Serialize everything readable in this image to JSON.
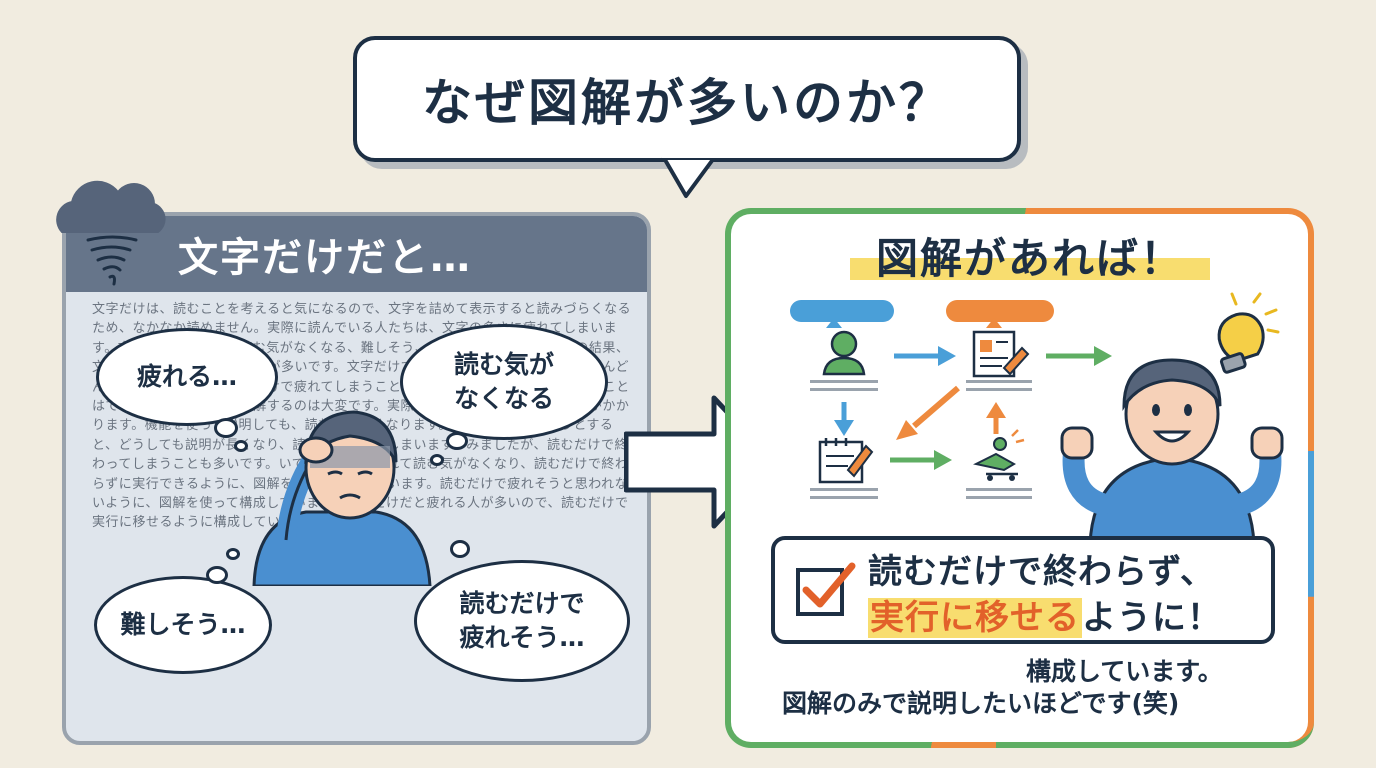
{
  "title": "なぜ図解が多いのか？",
  "left": {
    "heading": "文字だけだと…",
    "filler_text": "文字だけは、読むことを考えると気になるので、文字を詰めて表示すると読みづらくなるため、なかなか読めません。実際に読んでいる人たちは、文字の多さに疲れてしまいます。文字だけの説明だと読む気がなくなる、難しそう、疲れそうと感じます。その結果、文字だけだと読まれないことが多いです。文字だけで説明しようとすると、文章がどんどん長くなってしまい、読むだけで疲れてしまうことになります。多少しも読み続けることはできますが、それでも理解するのは大変です。実際に読んで理解するまでに時間がかかります。機能を使って説明しても、読む気がなくなります。文字だけで伝えようとすると、どうしても説明が長くなり、読む人が疲れてしまいます。みましたが、読むだけで終わってしまうことも多いです。いている文字に疲れて読む気がなくなり、読むだけで終わらずに実行できるように、図解を使って説明しています。読むだけで疲れそうと思われないように、図解を使って構成しています。文字だけだと疲れる人が多いので、読むだけで実行に移せるように構成しています…",
    "thoughts": {
      "tired": "疲れる…",
      "no_motivation": [
        "読む気が",
        "なくなる"
      ],
      "difficult": "難しそう…",
      "tiring_to_read": [
        "読むだけで",
        "疲れそう…"
      ]
    }
  },
  "right": {
    "heading": "図解があれば！",
    "result_line1": "読むだけで終わらず、",
    "result_highlight": "実行に移せる",
    "result_line2_suffix": "ように！",
    "caption_line1": "構成しています。",
    "caption_line2": "図解のみで説明したいほどです(笑)"
  },
  "icons": [
    "cloud-icon",
    "whirlwind-icon",
    "person-icon",
    "document-pen-icon",
    "notepad-pen-icon",
    "runner-icon",
    "lightbulb-icon",
    "checkbox-icon",
    "arrow-right-icon"
  ],
  "colors": {
    "background": "#f1ece0",
    "navy": "#1d2f44",
    "left_header": "#66758a",
    "blue": "#4a9fd8",
    "orange": "#ee8a3e",
    "green": "#5fae63",
    "highlight": "#f8dd6f"
  }
}
